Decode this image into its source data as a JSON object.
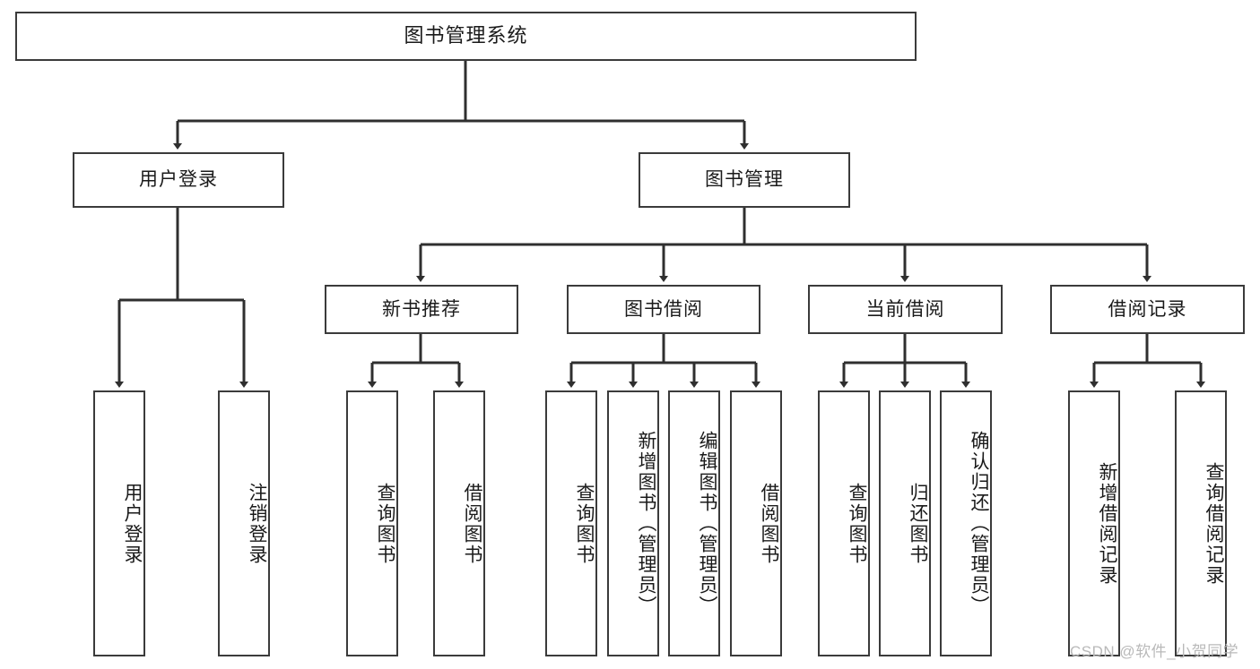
{
  "diagram": {
    "title": "图书管理系统",
    "type": "tree",
    "colors": {
      "background": "#ffffff",
      "box_border": "#3b3b3b",
      "box_fill": "#ffffff",
      "text": "#1a1a1a",
      "connector": "#2f2f2f",
      "watermark": "#b9b9b9"
    },
    "root": {
      "label": "图书管理系统"
    },
    "level2": [
      {
        "label": "用户登录"
      },
      {
        "label": "图书管理"
      }
    ],
    "level3": [
      {
        "label": "新书推荐"
      },
      {
        "label": "图书借阅"
      },
      {
        "label": "当前借阅"
      },
      {
        "label": "借阅记录"
      }
    ],
    "leaves": {
      "user_login": [
        {
          "label": "用户登录"
        },
        {
          "label": "注销登录"
        }
      ],
      "new_book_recommend": [
        {
          "label": "查询图书"
        },
        {
          "label": "借阅图书"
        }
      ],
      "book_borrow": [
        {
          "label": "查询图书"
        },
        {
          "label": "新增图书（管理员）"
        },
        {
          "label": "编辑图书（管理员）"
        },
        {
          "label": "借阅图书"
        }
      ],
      "current_borrow": [
        {
          "label": "查询图书"
        },
        {
          "label": "归还图书"
        },
        {
          "label": "确认归还（管理员）"
        }
      ],
      "borrow_record": [
        {
          "label": "新增借阅记录"
        },
        {
          "label": "查询借阅记录"
        }
      ]
    }
  },
  "watermark": {
    "text": "CSDN @软件_小贺同学"
  }
}
